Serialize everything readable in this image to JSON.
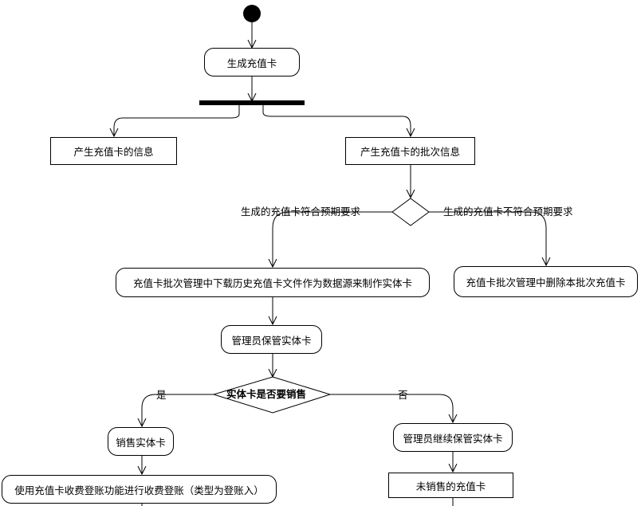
{
  "nodes": {
    "generate": "生成充值卡",
    "card_info": "产生充值卡的信息",
    "batch_info": "产生充值卡的批次信息",
    "download_make": "充值卡批次管理中下载历史充值卡文件作为数据源来制作实体卡",
    "delete_batch": "充值卡批次管理中删除本批次充值卡",
    "admin_keep": "管理员保管实体卡",
    "sell": "销售实体卡",
    "register_fee": "使用充值卡收费登账功能进行收费登账（类型为登账入）",
    "admin_continue": "管理员继续保管实体卡",
    "unsold": "未销售的充值卡"
  },
  "decisions": {
    "sell_question": "实体卡是否要销售"
  },
  "guards": {
    "meets": "生成的充值卡符合预期要求",
    "not_meets": "生成的充值卡不符合预期要求",
    "yes": "是",
    "no": "否"
  }
}
